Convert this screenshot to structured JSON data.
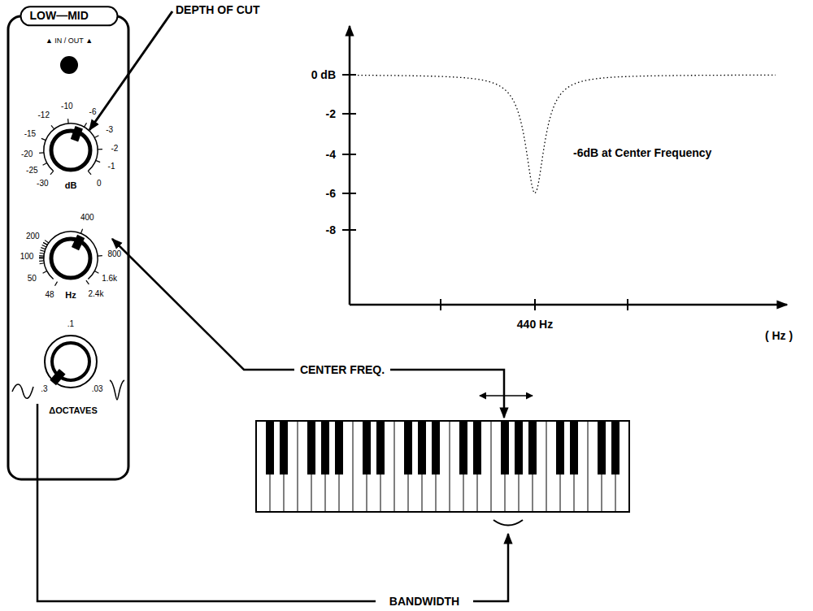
{
  "diagram": {
    "nodes": [
      {
        "text": [
          "LOW—MID"
        ]
      }
    ],
    "labels": [
      "▲ IN / OUT ▲",
      "-12",
      "-10",
      "-6",
      "-15",
      "-3",
      "-20",
      "-2",
      "-25",
      "-1",
      "-30",
      "0",
      "dB",
      "400",
      "200",
      "100",
      "800",
      "50",
      "1.6k",
      "48",
      "2.4k",
      "Hz",
      ".1",
      ".3",
      ".03",
      "ΔOCTAVES",
      "DEPTH OF CUT",
      "0 dB",
      "-2",
      "-4",
      "-6",
      "-8",
      "-6dB at Center Frequency",
      "440 Hz",
      "( Hz )",
      "CENTER FREQ.",
      "BANDWIDTH"
    ]
  }
}
